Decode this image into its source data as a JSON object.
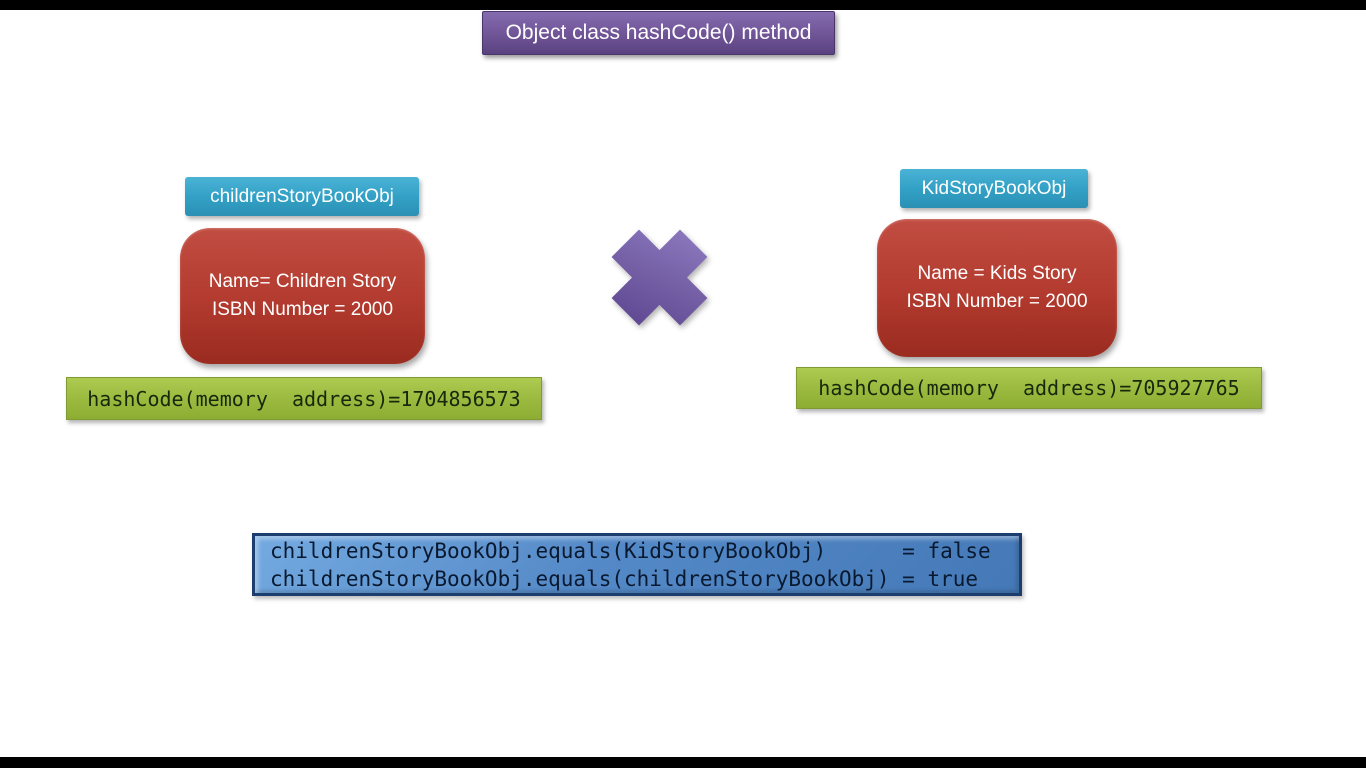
{
  "slide": {
    "title": "Object class hashCode() method",
    "left": {
      "label": "childrenStoryBookObj",
      "object_lines": {
        "0": "Name= Children Story",
        "1": "ISBN Number = 2000"
      },
      "hashcode_text": "hashCode(memory  address)=1704856573"
    },
    "right": {
      "label": "KidStoryBookObj",
      "object_lines": {
        "0": "Name = Kids Story",
        "1": "ISBN Number = 2000"
      },
      "hashcode_text": "hashCode(memory  address)=705927765"
    },
    "comparison": {
      "line1": "childrenStoryBookObj.equals(KidStoryBookObj)      = false",
      "line2": "childrenStoryBookObj.equals(childrenStoryBookObj) = true"
    },
    "icons": {
      "not_equals": "x-cross"
    },
    "colors": {
      "title_purple": "#6F5596",
      "label_aqua": "#33A1C6",
      "object_red": "#B23A2E",
      "hashcode_green": "#9CBA40",
      "result_blue": "#5489C7",
      "cross_purple": "#7560A6",
      "letterbox_black": "#000000"
    }
  }
}
